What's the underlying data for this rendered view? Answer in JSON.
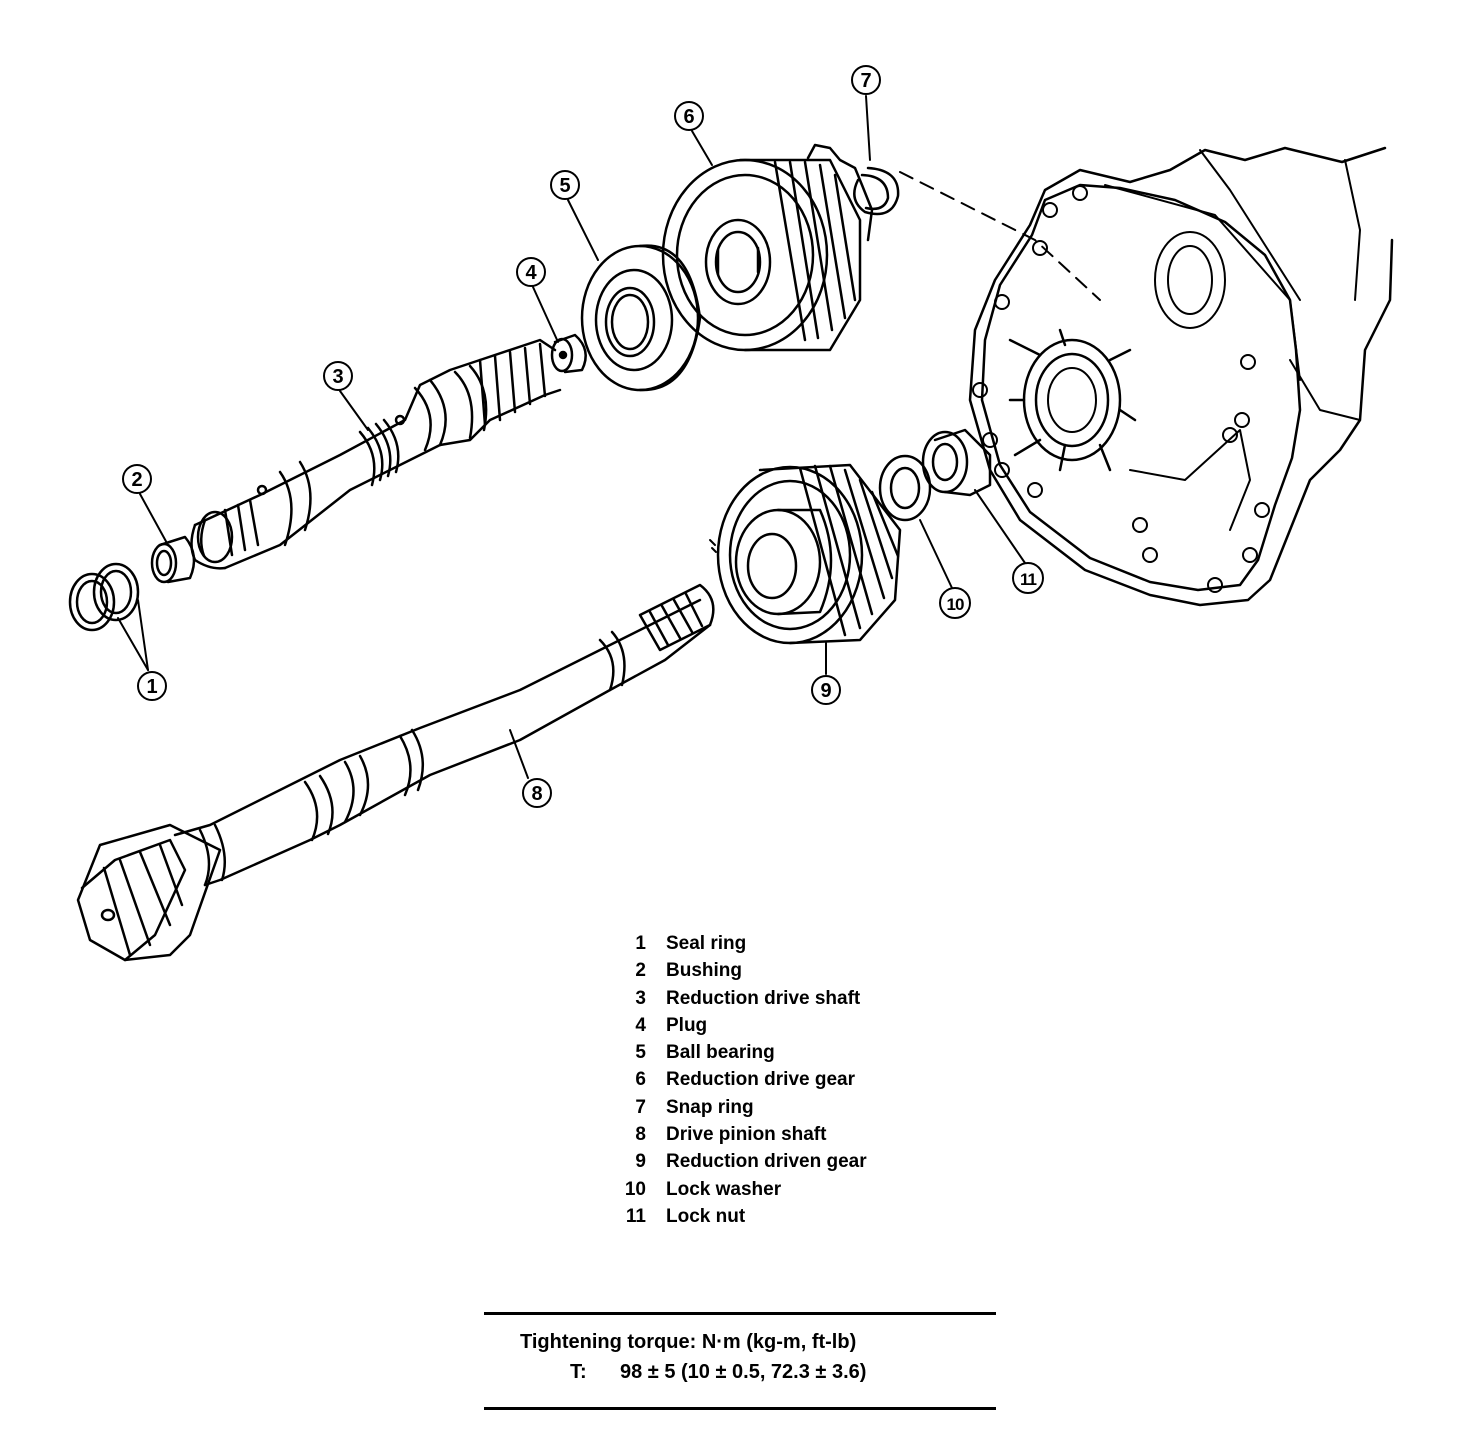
{
  "callouts": [
    "1",
    "2",
    "3",
    "4",
    "5",
    "6",
    "7",
    "8",
    "9",
    "10",
    "11"
  ],
  "legend": [
    {
      "num": "1",
      "name": "Seal ring"
    },
    {
      "num": "2",
      "name": "Bushing"
    },
    {
      "num": "3",
      "name": "Reduction drive shaft"
    },
    {
      "num": "4",
      "name": "Plug"
    },
    {
      "num": "5",
      "name": "Ball bearing"
    },
    {
      "num": "6",
      "name": "Reduction drive gear"
    },
    {
      "num": "7",
      "name": "Snap ring"
    },
    {
      "num": "8",
      "name": "Drive pinion shaft"
    },
    {
      "num": "9",
      "name": "Reduction driven gear"
    },
    {
      "num": "10",
      "name": "Lock washer"
    },
    {
      "num": "11",
      "name": "Lock nut"
    }
  ],
  "torque": {
    "heading": "Tightening torque:  N·m (kg-m, ft-lb)",
    "label": "T:",
    "value": "98 ± 5 (10 ± 0.5, 72.3 ± 3.6)"
  }
}
